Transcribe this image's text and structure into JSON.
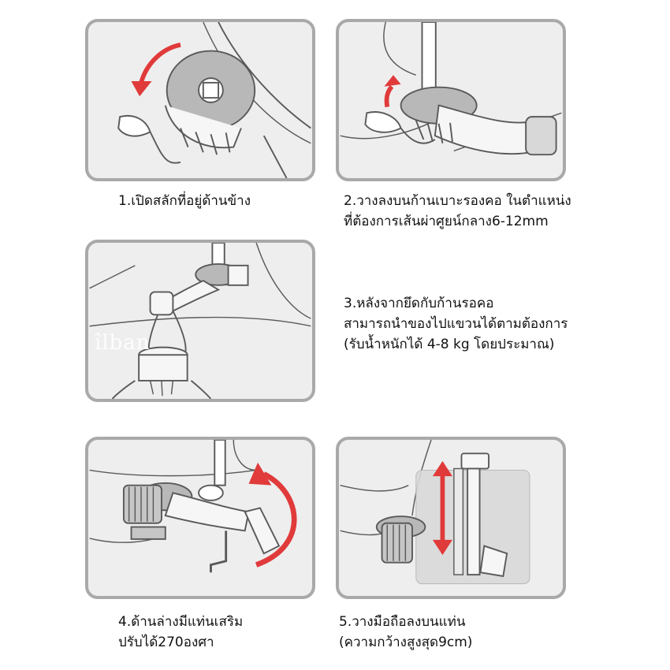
{
  "watermark": "îlban",
  "steps": [
    {
      "lines": [
        "1.เปิดสลักที่อยู่ด้านข้าง"
      ]
    },
    {
      "lines": [
        "2.วางลงบนก้านเบาะรองคอ ในตำแหน่ง",
        "ที่ต้องการเส้นผ่าศูยน์กลาง6-12mm"
      ]
    },
    {
      "lines": [
        "3.หลังจากยึดกับก้านรอคอ",
        "สามารถนำของไปแขวนได้ตามต้องการ",
        "(รับน้ำหนักได้ 4-8 kg โดยประมาณ)"
      ]
    },
    {
      "lines": [
        "4.ด้านล่างมีแท่นเสริม",
        "ปรับได้270องศา"
      ]
    },
    {
      "lines": [
        "5.วางมือถือลงบนแท่น",
        "(ความกว้างสูงสุด9cm)"
      ]
    }
  ],
  "colors": {
    "frame": "#a9a9a9",
    "panel_bg": "#eeeeee",
    "arrow": "#e03a3a",
    "disc": "#b8b8b8",
    "line": "#5a5a5a"
  }
}
